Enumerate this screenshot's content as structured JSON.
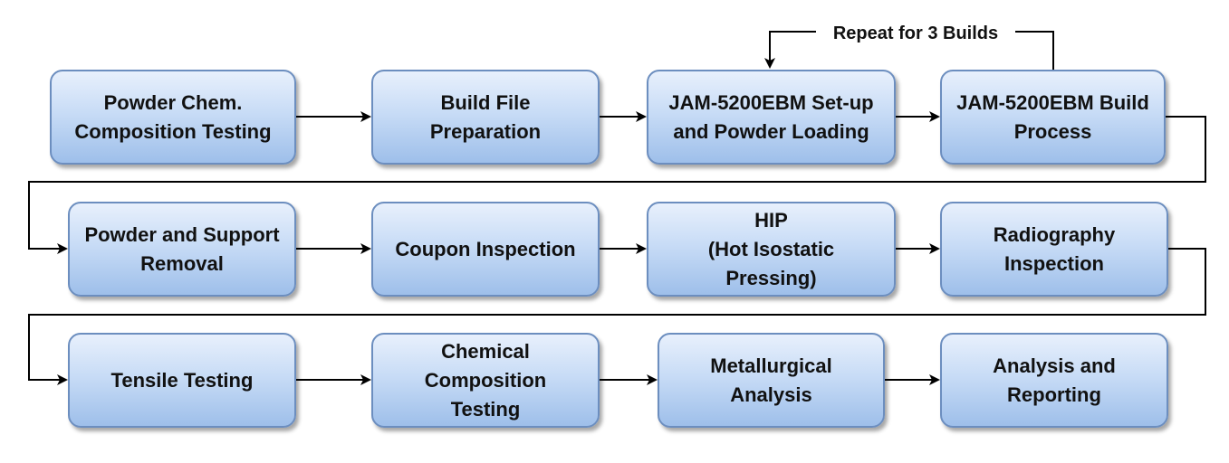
{
  "diagram": {
    "loop_label": "Repeat for 3 Builds",
    "rows": [
      {
        "steps": [
          {
            "id": "powder-chem-composition-testing",
            "label": "Powder Chem.\nComposition Testing"
          },
          {
            "id": "build-file-preparation",
            "label": "Build File\nPreparation"
          },
          {
            "id": "jam-setup-powder-loading",
            "label": "JAM-5200EBM Set-up\nand Powder Loading"
          },
          {
            "id": "jam-build-process",
            "label": "JAM-5200EBM Build\nProcess"
          }
        ]
      },
      {
        "steps": [
          {
            "id": "powder-support-removal",
            "label": "Powder and Support\nRemoval"
          },
          {
            "id": "coupon-inspection",
            "label": "Coupon Inspection"
          },
          {
            "id": "hip",
            "label": "HIP\n(Hot Isostatic\nPressing)"
          },
          {
            "id": "radiography-inspection",
            "label": "Radiography\nInspection"
          }
        ]
      },
      {
        "steps": [
          {
            "id": "tensile-testing",
            "label": "Tensile Testing"
          },
          {
            "id": "chemical-composition-testing",
            "label": "Chemical\nComposition\nTesting"
          },
          {
            "id": "metallurgical-analysis",
            "label": "Metallurgical\nAnalysis"
          },
          {
            "id": "analysis-reporting",
            "label": "Analysis and\nReporting"
          }
        ]
      }
    ]
  },
  "colors": {
    "box_border": "#6c8ebf",
    "box_fill_top": "#e8f0fc",
    "box_fill_bottom": "#9ebfea",
    "connector": "#000000"
  }
}
